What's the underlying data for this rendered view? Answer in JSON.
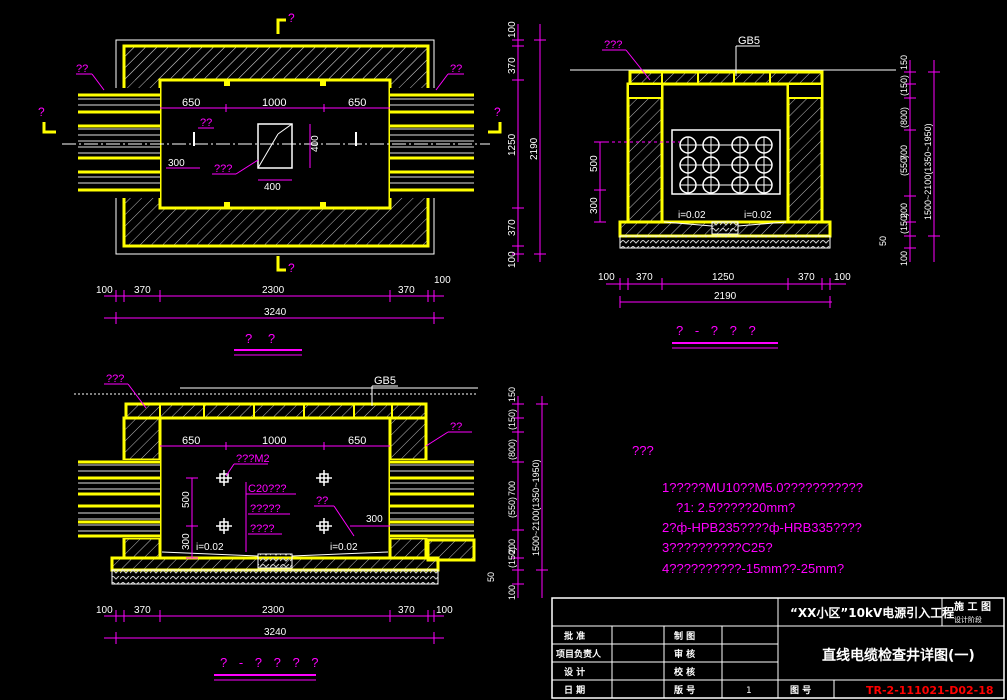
{
  "plan": {
    "section_mark": "?",
    "side_mark": "?",
    "wall_label_left": "??",
    "wall_label_right": "??",
    "hole_label": "??",
    "sump_label": "???",
    "dim_top": [
      "650",
      "1000",
      "650"
    ],
    "dim_inner_h": "400",
    "dim_inner_w": "400",
    "dim_sump": "300",
    "dim_right": [
      "100",
      "370",
      "1250",
      "370",
      "100"
    ],
    "dim_right_total": "2190",
    "dim_bottom": [
      "100",
      "370",
      "2300",
      "370",
      "100"
    ],
    "dim_bottom_total": "3240",
    "title": "? ?"
  },
  "section1": {
    "cover_label": "???",
    "gb_label": "GB5",
    "dim_500": "500",
    "dim_300": "300",
    "slope_left": "i=0.02",
    "slope_right": "i=0.02",
    "dim_right": [
      "150",
      "(150)",
      "(800)",
      "(550)",
      "200",
      "(150)",
      "100"
    ],
    "dim_range_a": "700",
    "dim_range_b": "1500~2100(1350~1950)",
    "dim_50": "50",
    "dim_bottom": [
      "100",
      "370",
      "1250",
      "370",
      "100"
    ],
    "dim_bottom_total": "2190",
    "title": "? - ? ? ?"
  },
  "section2": {
    "cover_label": "???",
    "gb_label": "GB5",
    "wall_label": "??",
    "bracket_label": "???M2",
    "conc_label": "C20???",
    "label_a": "?????",
    "label_b": "????",
    "label_c": "??",
    "dim_300": "300",
    "dim_500": "500",
    "dim_300b": "300",
    "slope_left": "i=0.02",
    "slope_right": "i=0.02",
    "dim_top": [
      "650",
      "1000",
      "650"
    ],
    "dim_right": [
      "150",
      "(150)",
      "(800)",
      "(550)",
      "200",
      "(150)",
      "100"
    ],
    "dim_range_a": "700",
    "dim_range_b": "1500~2100(1350~1950)",
    "dim_50": "50",
    "dim_bottom": [
      "100",
      "370",
      "2300",
      "370",
      "100"
    ],
    "dim_bottom_total": "3240",
    "title": "? - ? ? ? ?"
  },
  "notes": {
    "heading": "???",
    "lines": [
      "1?????MU10??M5.0???????????",
      "?1: 2.5?????20mm?",
      "2?ф-HPB235????ф-HRB335????",
      "3??????????C25?",
      "4??????????-15mm??-25mm?"
    ]
  },
  "title_block": {
    "project": "“XX小区”10kV电源引入工程",
    "stage": "施 工 图",
    "stage_sub": "设计阶段",
    "drawing_name": "直线电缆检查井详图(一)",
    "rows_left": [
      "批    准",
      "项目负责人",
      "设    计",
      "日    期"
    ],
    "rows_mid": [
      "制    图",
      "审    核",
      "校    核",
      "版    号"
    ],
    "version_value": "1",
    "drawing_no_label": "图    号",
    "drawing_no": "TR-2-111021-D02-18"
  },
  "colors": {
    "yellow": "#ffff00",
    "magenta": "#ff00ff",
    "white": "#ffffff",
    "red": "#ff0000",
    "gray": "#c8c8c8"
  }
}
